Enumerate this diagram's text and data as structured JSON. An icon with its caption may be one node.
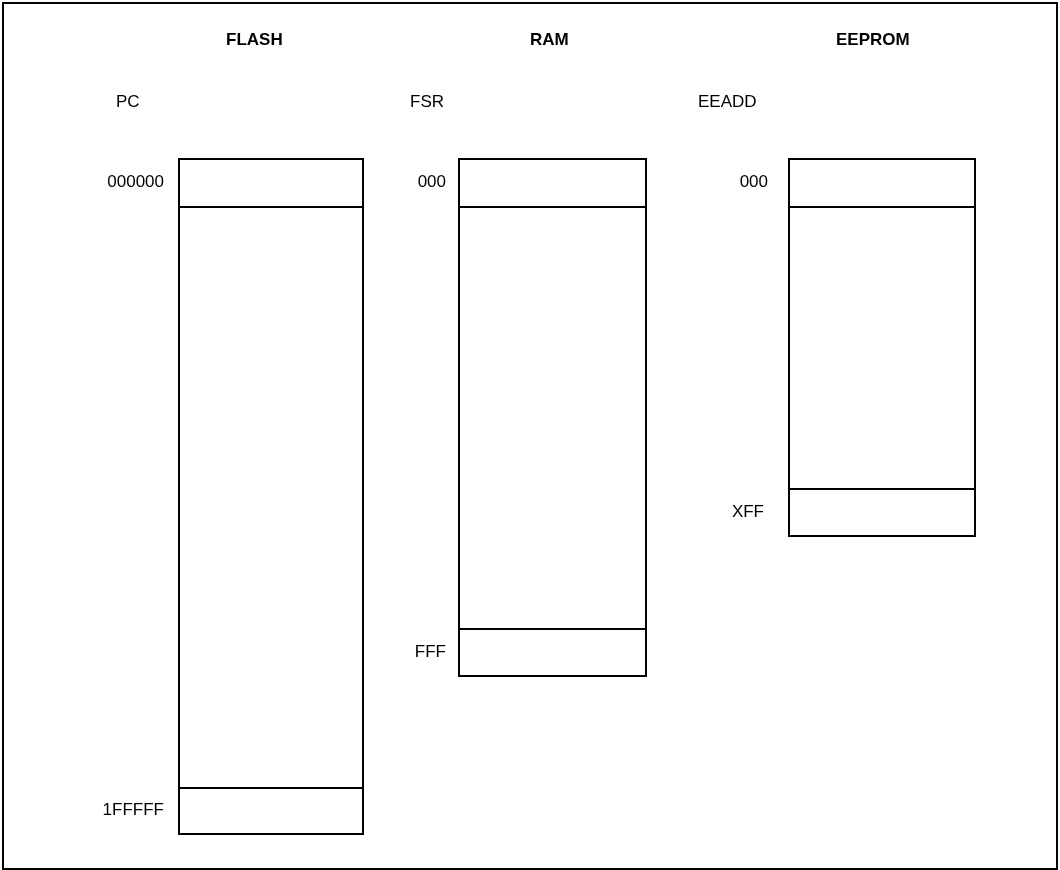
{
  "diagram": {
    "nodes": [
      {
        "text": [],
        "shape": "box",
        "beside": [
          "PC"
        ]
      },
      {
        "text": [],
        "shape": "box",
        "beside": [
          "000000"
        ],
        "in": 0
      },
      {
        "text": [],
        "shape": "box",
        "beside": [
          "1FFFFF"
        ],
        "in": 0
      },
      {
        "text": [],
        "shape": "box",
        "beside": [
          "FSR"
        ]
      },
      {
        "text": [],
        "shape": "box",
        "beside": [
          "000"
        ],
        "in": 3
      },
      {
        "text": [],
        "shape": "box",
        "beside": [
          "FFF"
        ],
        "in": 3
      },
      {
        "text": [],
        "shape": "box",
        "beside": [
          "EEADD"
        ]
      },
      {
        "text": [],
        "shape": "box",
        "beside": [
          "000"
        ],
        "in": 6
      },
      {
        "text": [],
        "shape": "box",
        "beside": [
          "XFF"
        ],
        "in": 6
      }
    ],
    "labels": [
      "FLASH",
      "RAM",
      "EEPROM"
    ]
  }
}
